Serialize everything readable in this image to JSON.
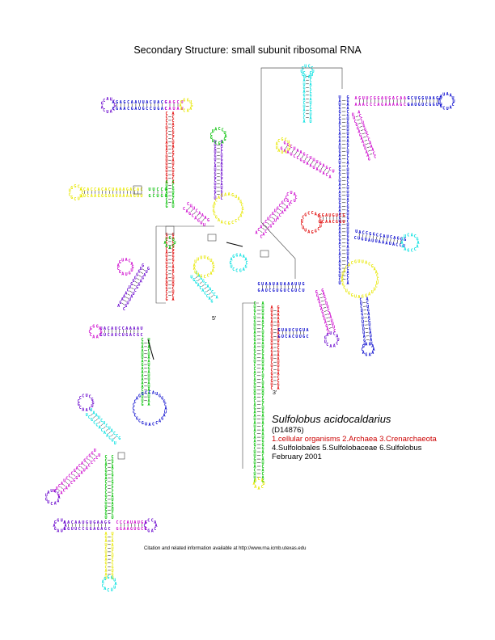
{
  "title": "Secondary Structure: small subunit ribosomal RNA",
  "organism": {
    "species": "Sulfolobus acidocaldarius",
    "accession": "(D14876)",
    "lineage_line1": "1.cellular organisms 2.Archaea 3.Crenarchaeota",
    "lineage_line2": "4.Sulfolobales 5.Sulfolobaceae 6.Sulfolobus",
    "date": "February 2001"
  },
  "citation": "Citation and related information available at http://www.rna.icmb.utexas.edu",
  "end_labels": {
    "five_prime": "5'",
    "three_prime": "3'"
  },
  "colors": {
    "red": "#e00000",
    "green": "#00c000",
    "blue": "#0000cc",
    "cyan": "#00e0e0",
    "magenta": "#cc00cc",
    "yellow": "#e8e800",
    "purple": "#6600cc",
    "line": "#444444"
  }
}
